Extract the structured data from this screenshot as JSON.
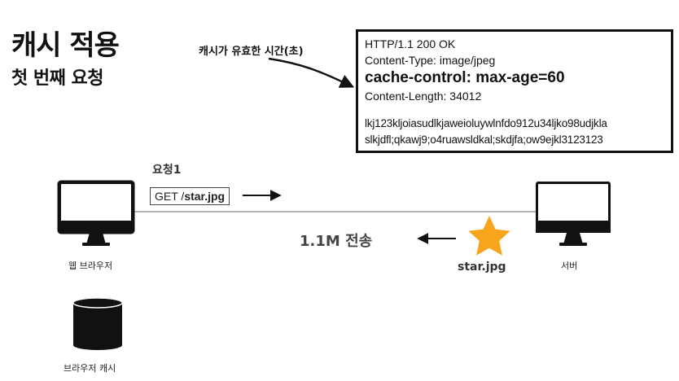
{
  "title": "캐시 적용",
  "subtitle": "첫 번째 요청",
  "cache_note": "캐시가 유효한 시간(초)",
  "http_response": {
    "status_line": "HTTP/1.1 200 OK",
    "content_type": "Content-Type: image/jpeg",
    "cache_control": "cache-control: max-age=60",
    "content_length": "Content-Length: 34012",
    "body_line_1": "lkj123kljoiasudlkjaweioluywlnfdo912u34ljko98udjkla",
    "body_line_2": "slkjdfl;qkawj9;o4ruawsldkal;skdjfa;ow9ejkl3123123"
  },
  "request": {
    "label": "요청1",
    "method": "GET /",
    "path": "star.jpg"
  },
  "transfer_label": "1.1M 전송",
  "star_label": "star.jpg",
  "browser_label": "웹 브라우저",
  "server_label": "서버",
  "cache_label": "브라우저 캐시",
  "colors": {
    "star": "#f7a51c",
    "ink": "#111111"
  },
  "icons": [
    "monitor-icon",
    "monitor-icon",
    "star-icon",
    "database-icon"
  ]
}
